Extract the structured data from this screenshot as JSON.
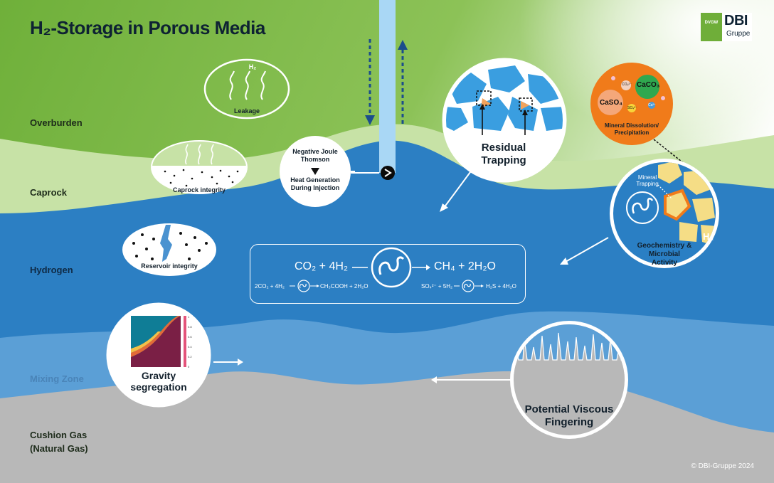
{
  "title": "H₂-Storage in Porous Media",
  "logo": {
    "mark": "DVGW",
    "name": "DBI",
    "subtitle": "Gruppe"
  },
  "layers": {
    "overburden": "Overburden",
    "caprock": "Caprock",
    "hydrogen": "Hydrogen",
    "mixing_zone": "Mixing Zone",
    "cushion_gas_line1": "Cushion Gas",
    "cushion_gas_line2": "(Natural Gas)"
  },
  "bubbles": {
    "leakage": {
      "gas": "H₂",
      "label": "Leakage"
    },
    "caprock_integrity": "Caprock integrity",
    "reservoir_integrity": "Reservoir integrity",
    "joule": {
      "line1": "Negative Joule",
      "line2": "Thomson",
      "line3": "Heat Generation",
      "line4": "During Injection"
    },
    "residual_trapping": {
      "line1": "Residual",
      "line2": "Trapping"
    },
    "mineral": {
      "caco3": "CaCO₃",
      "caso4": "CaSO₄",
      "co3": "CO₃²⁻",
      "so4": "SO₄²⁻",
      "ca": "Ca²⁺",
      "line1": "Mineral Dissolution/",
      "line2": "Precipitation"
    },
    "geochem": {
      "mineral_trapping_1": "Mineral",
      "mineral_trapping_2": "Trapping",
      "h2": "H₂",
      "line1": "Geochemistry &",
      "line2": "Microbial",
      "line3": "Activity"
    },
    "gravity": {
      "line1": "Gravity",
      "line2": "segregation",
      "scale": [
        "1",
        "0.8",
        "0.6",
        "0.4",
        "0.2",
        "0"
      ]
    },
    "fingering": {
      "line1": "Potential Viscous",
      "line2": "Fingering"
    }
  },
  "equations": {
    "main_left": "CO₂ + 4H₂",
    "main_right": "CH₄ + 2H₂O",
    "sub1_left": "2CO₂ + 4H₂",
    "sub1_right": "CH₃COOH + 2H₂O",
    "sub2_left": "SO₄²⁻ + 5H₂",
    "sub2_right": "H₂S + 4H₂O"
  },
  "copyright": "© DBI-Gruppe 2024"
}
